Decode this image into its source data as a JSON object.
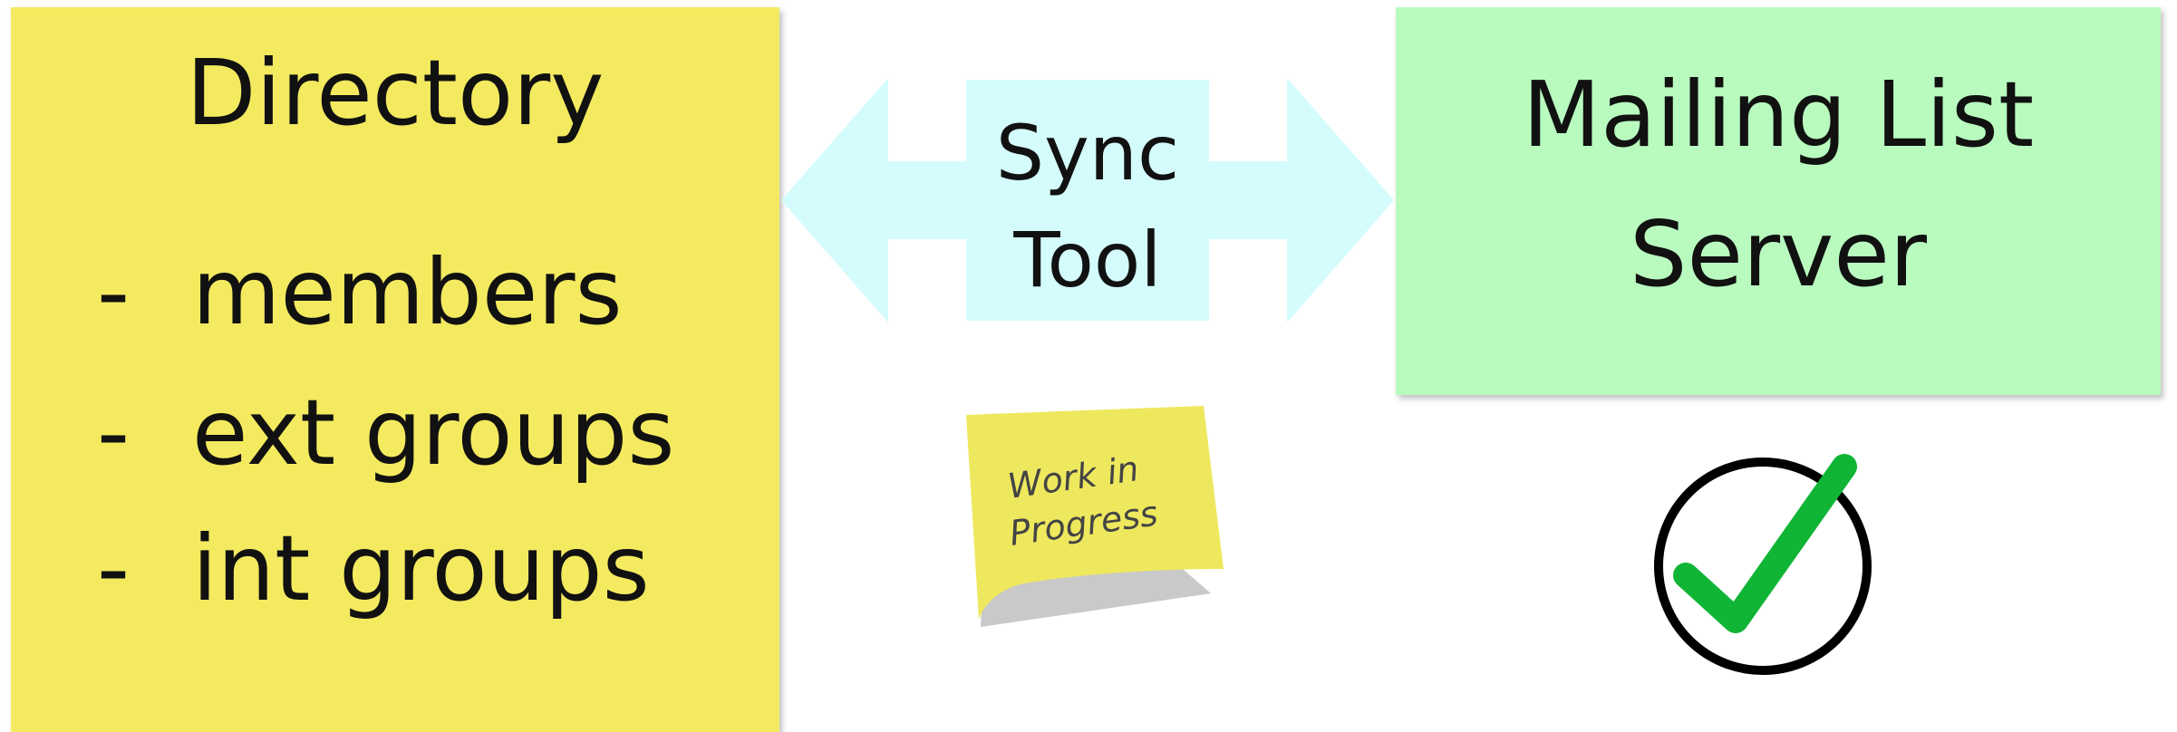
{
  "directory": {
    "title": "Directory",
    "items": [
      "members",
      "ext groups",
      "int groups"
    ],
    "dash": "-",
    "color": "#f4ea60"
  },
  "sync_tool": {
    "label_line1": "Sync",
    "label_line2": "Tool",
    "color": "#d4fcfc"
  },
  "mailing_list": {
    "title_line1": "Mailing List",
    "title_line2": "Server",
    "color": "#b9fbbf"
  },
  "wip_note": {
    "line1": "Work in",
    "line2": "Progress",
    "color": "#eee85e"
  },
  "status": {
    "icon": "check-circle-icon",
    "check_color": "#10b535"
  }
}
